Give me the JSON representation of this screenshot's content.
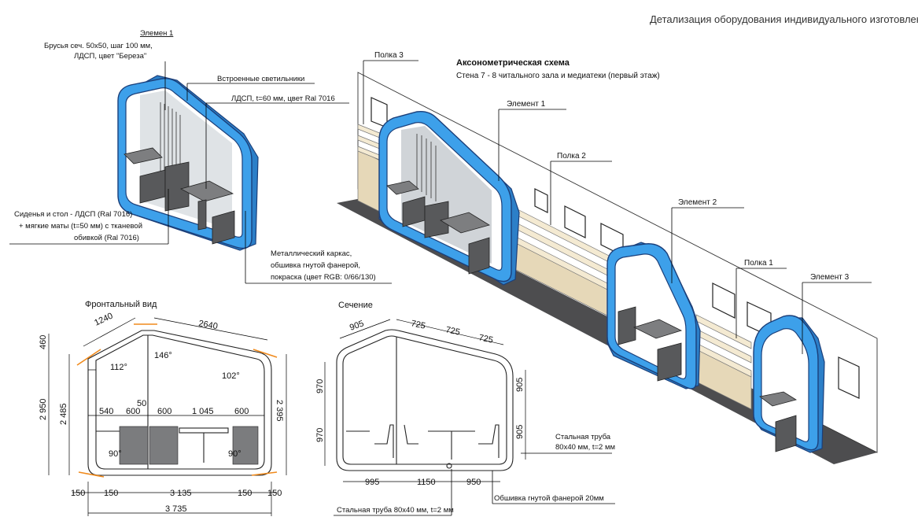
{
  "title": "Детализация оборудования индивидуального изготовления",
  "axon": {
    "heading": "Аксонометрическая схема",
    "subheading": "Стена 7 - 8 читального зала и медиатеки (первый этаж)",
    "labels": {
      "shelf3": "Полка 3",
      "element1": "Элемент 1",
      "shelf2": "Полка 2",
      "element2": "Элемент 2",
      "shelf1": "Полка 1",
      "element3": "Элемент 3"
    }
  },
  "detail": {
    "element_title": "Элемен 1",
    "bars_line1": "Брусья сеч. 50х50, шаг 100 мм,",
    "bars_line2": "ЛДСП, цвет \"Береза\"",
    "lights": "Встроенные светильники",
    "ldsp": "ЛДСП, t=60 мм, цвет Ral 7016",
    "seats_line1": "Сиденья и стол - ЛДСП (Ral 7016)",
    "seats_line2": "+ мягкие маты (t=50 мм) с тканевой",
    "seats_line3": "обивкой (Ral 7016)",
    "frame_line1": "Металлический каркас,",
    "frame_line2": "обшивка гнутой фанерой,",
    "frame_line3": "покраска (цвет RGB: 0/66/130)"
  },
  "front": {
    "title": "Фронтальный вид",
    "dims": {
      "top_left": "1240",
      "top_right": "2640",
      "left_460": "460",
      "left_2950": "2 950",
      "left_2485": "2 485",
      "right_2395": "2 395",
      "angle_112": "112°",
      "angle_146": "146°",
      "angle_102": "102°",
      "angle_90_left": "90°",
      "angle_90_right": "90°",
      "d50": "50",
      "d540": "540",
      "d600a": "600",
      "d600b": "600",
      "d1045": "1 045",
      "d600c": "600",
      "b150a": "150",
      "b150b": "150",
      "b3135": "3 135",
      "b150c": "150",
      "b150d": "150",
      "b3735": "3 735"
    }
  },
  "section": {
    "title": "Сечение",
    "dims": {
      "d905top": "905",
      "d725a": "725",
      "d725b": "725",
      "d725c": "725",
      "d970a": "970",
      "d970b": "970",
      "d905ra": "905",
      "d905rb": "905",
      "d995": "995",
      "d1150": "1150",
      "d950": "950"
    },
    "pipe_right_line1": "Стальная труба",
    "pipe_right_line2": "80х40 мм, t=2 мм",
    "pipe_bottom": "Стальная труба 80х40 мм, t=2 мм",
    "plywood": "Обшивка гнутой фанерой 20мм"
  },
  "colors": {
    "frame_blue": "#3da0ea",
    "seat_gray": "#58595b",
    "panel_beige": "#e6d8b8",
    "dim_orange": "#f08a1c"
  }
}
